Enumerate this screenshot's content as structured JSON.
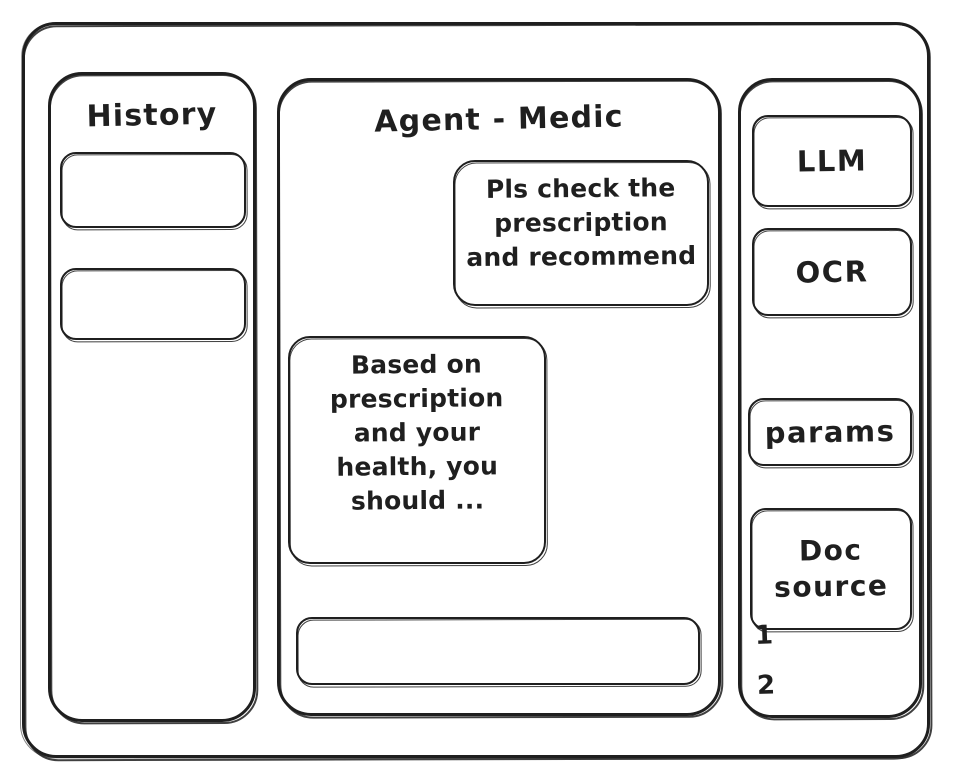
{
  "window": {
    "name": "agent-chat-wireframe"
  },
  "sidebar": {
    "title": "History",
    "items": [
      {
        "label": ""
      },
      {
        "label": ""
      }
    ]
  },
  "main": {
    "title": "Agent - Medic",
    "messages": [
      {
        "role": "user",
        "text": "Pls check the\nprescription\nand recommend"
      },
      {
        "role": "assistant",
        "text": "Based on\nprescription\nand your\nhealth, you\nshould ..."
      }
    ],
    "composer": {
      "value": "",
      "placeholder": ""
    }
  },
  "tools": {
    "chips": [
      {
        "label": "LLM"
      },
      {
        "label": "OCR"
      },
      {
        "label": "params"
      },
      {
        "label": "Doc\nsource"
      }
    ],
    "sources": [
      {
        "label": "1"
      },
      {
        "label": "2"
      }
    ]
  },
  "colors": {
    "stroke": "#1f1f1f",
    "background": "#ffffff"
  }
}
